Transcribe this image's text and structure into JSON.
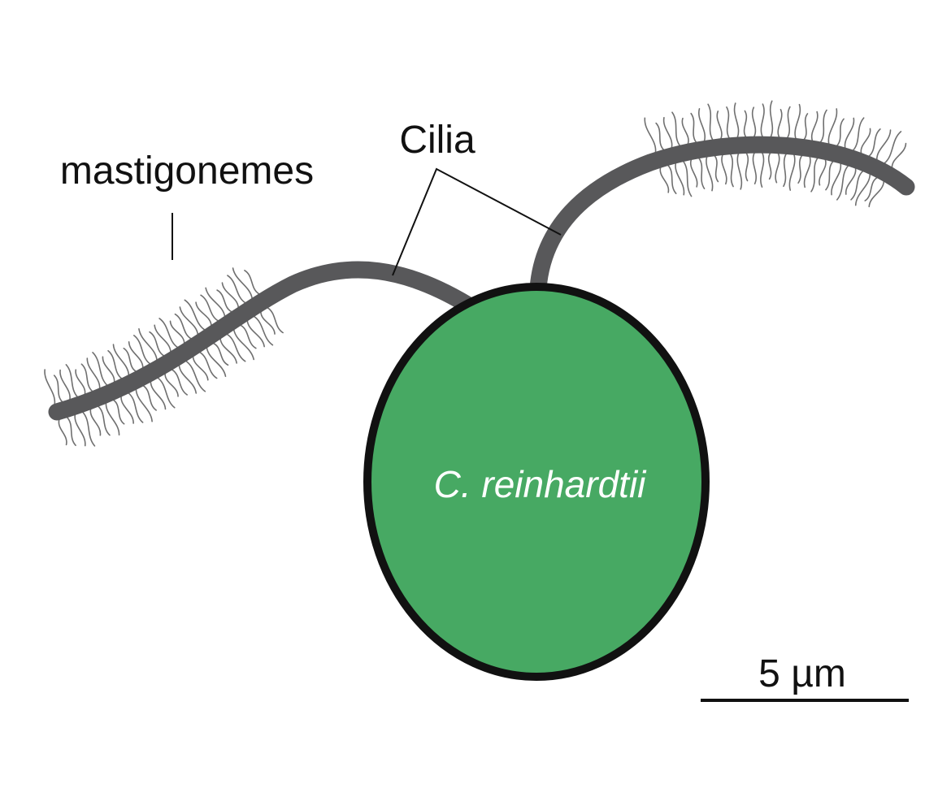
{
  "labels": {
    "mastigonemes": "mastigonemes",
    "cilia": "Cilia",
    "cell": "C. reinhardtii",
    "scale_bar": "5 µm"
  },
  "colors": {
    "cell_fill": "#47a963",
    "cell_outline": "#111111",
    "cilium": "#58585a",
    "mastigoneme": "#6f6f6f",
    "text": "#111111",
    "cell_text": "#ffffff"
  },
  "icons": {
    "cell": "ellipse-cell",
    "cilium": "thick-curved-line",
    "mastigoneme": "wavy-hair"
  }
}
